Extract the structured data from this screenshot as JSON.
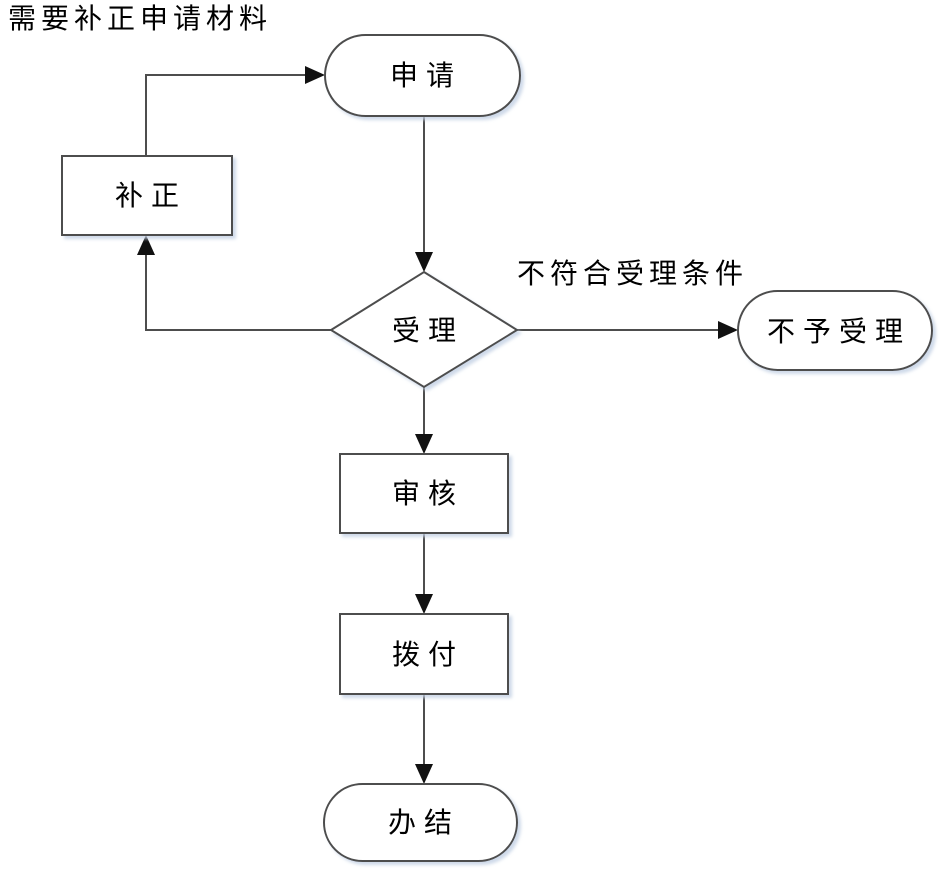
{
  "diagram": {
    "type": "flowchart",
    "background_color": "#ffffff",
    "shape_fill_color": "#ffffff",
    "shape_stroke_color": "#4d4d4d",
    "arrowhead_color": "#111111",
    "text_color": "#000000",
    "shadow_color": "#c3d0e4",
    "nodes": [
      {
        "id": "apply",
        "type": "stadium",
        "label": "申请"
      },
      {
        "id": "correction",
        "type": "rect",
        "label": "补正"
      },
      {
        "id": "accept",
        "type": "diamond",
        "label": "受理"
      },
      {
        "id": "reject",
        "type": "stadium",
        "label": "不予受理"
      },
      {
        "id": "review",
        "type": "rect",
        "label": "审核"
      },
      {
        "id": "disburse",
        "type": "rect",
        "label": "拨付"
      },
      {
        "id": "complete",
        "type": "stadium",
        "label": "办结"
      }
    ],
    "edges": [
      {
        "from": "apply",
        "to": "accept",
        "label": ""
      },
      {
        "from": "accept",
        "to": "reject",
        "label": "不符合受理条件"
      },
      {
        "from": "accept",
        "to": "review",
        "label": ""
      },
      {
        "from": "review",
        "to": "disburse",
        "label": ""
      },
      {
        "from": "disburse",
        "to": "complete",
        "label": ""
      },
      {
        "from": "accept",
        "to": "correction",
        "label": ""
      },
      {
        "from": "correction",
        "to": "apply",
        "label": "需要补正申请材料"
      }
    ]
  }
}
